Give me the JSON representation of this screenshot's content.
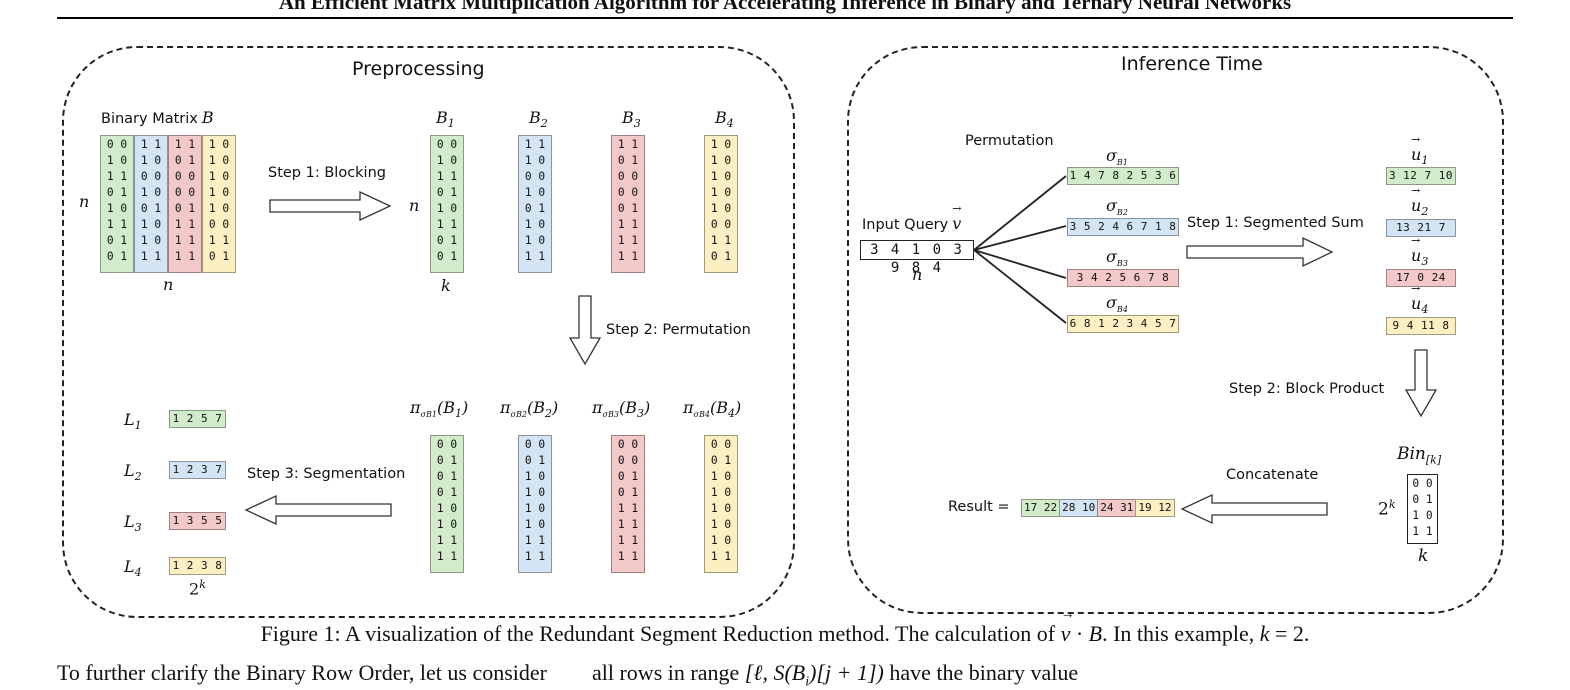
{
  "header": {
    "title": "An Efficient Matrix Multiplication Algorithm for Accelerating Inference in Binary and Ternary Neural Networks"
  },
  "colors": {
    "green": "#d2ebcb",
    "blue": "#d3e4f5",
    "red": "#f2c8c8",
    "yellow": "#fcefc2"
  },
  "preprocessing": {
    "title": "Preprocessing",
    "matrix_label": "Binary Matrix",
    "matrix_symbol": "B",
    "n": "n",
    "k": "k",
    "two_k": "2",
    "two_k_exp": "k",
    "columns": [
      {
        "color": "green",
        "rows": [
          "0 0",
          "1 0",
          "1 1",
          "0 1",
          "1 0",
          "1 1",
          "0 1",
          "0 1"
        ]
      },
      {
        "color": "blue",
        "rows": [
          "1 1",
          "1 0",
          "0 0",
          "1 0",
          "0 1",
          "1 0",
          "1 0",
          "1 1"
        ]
      },
      {
        "color": "red",
        "rows": [
          "1 1",
          "0 1",
          "0 0",
          "0 0",
          "0 1",
          "1 1",
          "1 1",
          "1 1"
        ]
      },
      {
        "color": "yellow",
        "rows": [
          "1 0",
          "1 0",
          "1 0",
          "1 0",
          "1 0",
          "0 0",
          "1 1",
          "0 1"
        ]
      }
    ],
    "block_names": [
      {
        "base": "B",
        "sub": "1"
      },
      {
        "base": "B",
        "sub": "2"
      },
      {
        "base": "B",
        "sub": "3"
      },
      {
        "base": "B",
        "sub": "4"
      }
    ],
    "step1": "Step 1: Blocking",
    "step2": "Step 2: Permutation",
    "step3": "Step 3: Segmentation",
    "perm_labels": [
      {
        "pi": "π",
        "sigma": "σ",
        "bsub": "B",
        "idx": "1",
        "arg": "(B",
        "argidx": "1",
        "close": ")"
      },
      {
        "pi": "π",
        "sigma": "σ",
        "bsub": "B",
        "idx": "2",
        "arg": "(B",
        "argidx": "2",
        "close": ")"
      },
      {
        "pi": "π",
        "sigma": "σ",
        "bsub": "B",
        "idx": "3",
        "arg": "(B",
        "argidx": "3",
        "close": ")"
      },
      {
        "pi": "π",
        "sigma": "σ",
        "bsub": "B",
        "idx": "4",
        "arg": "(B",
        "argidx": "4",
        "close": ")"
      }
    ],
    "permuted": [
      {
        "color": "green",
        "rows": [
          "0 0",
          "0 1",
          "0 1",
          "0 1",
          "1 0",
          "1 0",
          "1 1",
          "1 1"
        ]
      },
      {
        "color": "blue",
        "rows": [
          "0 0",
          "0 1",
          "1 0",
          "1 0",
          "1 0",
          "1 0",
          "1 1",
          "1 1"
        ]
      },
      {
        "color": "red",
        "rows": [
          "0 0",
          "0 0",
          "0 1",
          "0 1",
          "1 1",
          "1 1",
          "1 1",
          "1 1"
        ]
      },
      {
        "color": "yellow",
        "rows": [
          "0 0",
          "0 1",
          "1 0",
          "1 0",
          "1 0",
          "1 0",
          "1 0",
          "1 1"
        ]
      }
    ],
    "segments": [
      {
        "base": "L",
        "sub": "1",
        "color": "green",
        "value": "1 2 5 7"
      },
      {
        "base": "L",
        "sub": "2",
        "color": "blue",
        "value": "1 2 3 7"
      },
      {
        "base": "L",
        "sub": "3",
        "color": "red",
        "value": "1 3 5 5"
      },
      {
        "base": "L",
        "sub": "4",
        "color": "yellow",
        "value": "1 2 3 8"
      }
    ]
  },
  "inference": {
    "title": "Inference Time",
    "permutation_label": "Permutation",
    "input_label": "Input Query",
    "input_symbol": "v",
    "arrow": "→",
    "query": "3 4 1 0 3 9 8 4",
    "n": "n",
    "sigmas": [
      {
        "base": "σ",
        "bsub": "B",
        "idx": "1",
        "color": "green",
        "value": "1 4 7 8 2 5 3 6"
      },
      {
        "base": "σ",
        "bsub": "B",
        "idx": "2",
        "color": "blue",
        "value": "3 5 2 4 6 7 1 8"
      },
      {
        "base": "σ",
        "bsub": "B",
        "idx": "3",
        "color": "red",
        "value": "3 4 2 5 6 7 8"
      },
      {
        "base": "σ",
        "bsub": "B",
        "idx": "4",
        "color": "yellow",
        "value": "6 8 1 2 3 4 5 7"
      }
    ],
    "step1": "Step 1: Segmented Sum",
    "u_vectors": [
      {
        "base": "u",
        "sub": "1",
        "color": "green",
        "value": "3 12 7 10"
      },
      {
        "base": "u",
        "sub": "2",
        "color": "blue",
        "value": "13 21 7"
      },
      {
        "base": "u",
        "sub": "3",
        "color": "red",
        "value": "17 0 24"
      },
      {
        "base": "u",
        "sub": "4",
        "color": "yellow",
        "value": "9 4 11 8"
      }
    ],
    "step2": "Step 2: Block Product",
    "bin_label": "Bin",
    "bin_sub": "[k]",
    "bin_rows": [
      "0 0",
      "0 1",
      "1 0",
      "1 1"
    ],
    "two_k": "2",
    "two_k_exp": "k",
    "k": "k",
    "concatenate": "Concatenate",
    "result_label": "Result =",
    "result": [
      {
        "color": "green",
        "value": "17 22"
      },
      {
        "color": "blue",
        "value": "28 10"
      },
      {
        "color": "red",
        "value": "24 31"
      },
      {
        "color": "yellow",
        "value": "19 12"
      }
    ]
  },
  "caption": {
    "text": "Figure 1: A visualization of the Redundant Segment Reduction method. The calculation of",
    "vec": "v",
    "vec_arrow": "→",
    "dot": " · ",
    "B": "B",
    "rest": ". In this example,",
    "k": "k",
    "eq": " = 2."
  },
  "next_line": {
    "text": "To further clarify the Binary Row Order, let us consider",
    "text2": "all rows in range",
    "math": "[ℓ, S(B",
    "math_sub": "i",
    "math2": ")[j + 1])",
    "text3": "have the binary value"
  }
}
